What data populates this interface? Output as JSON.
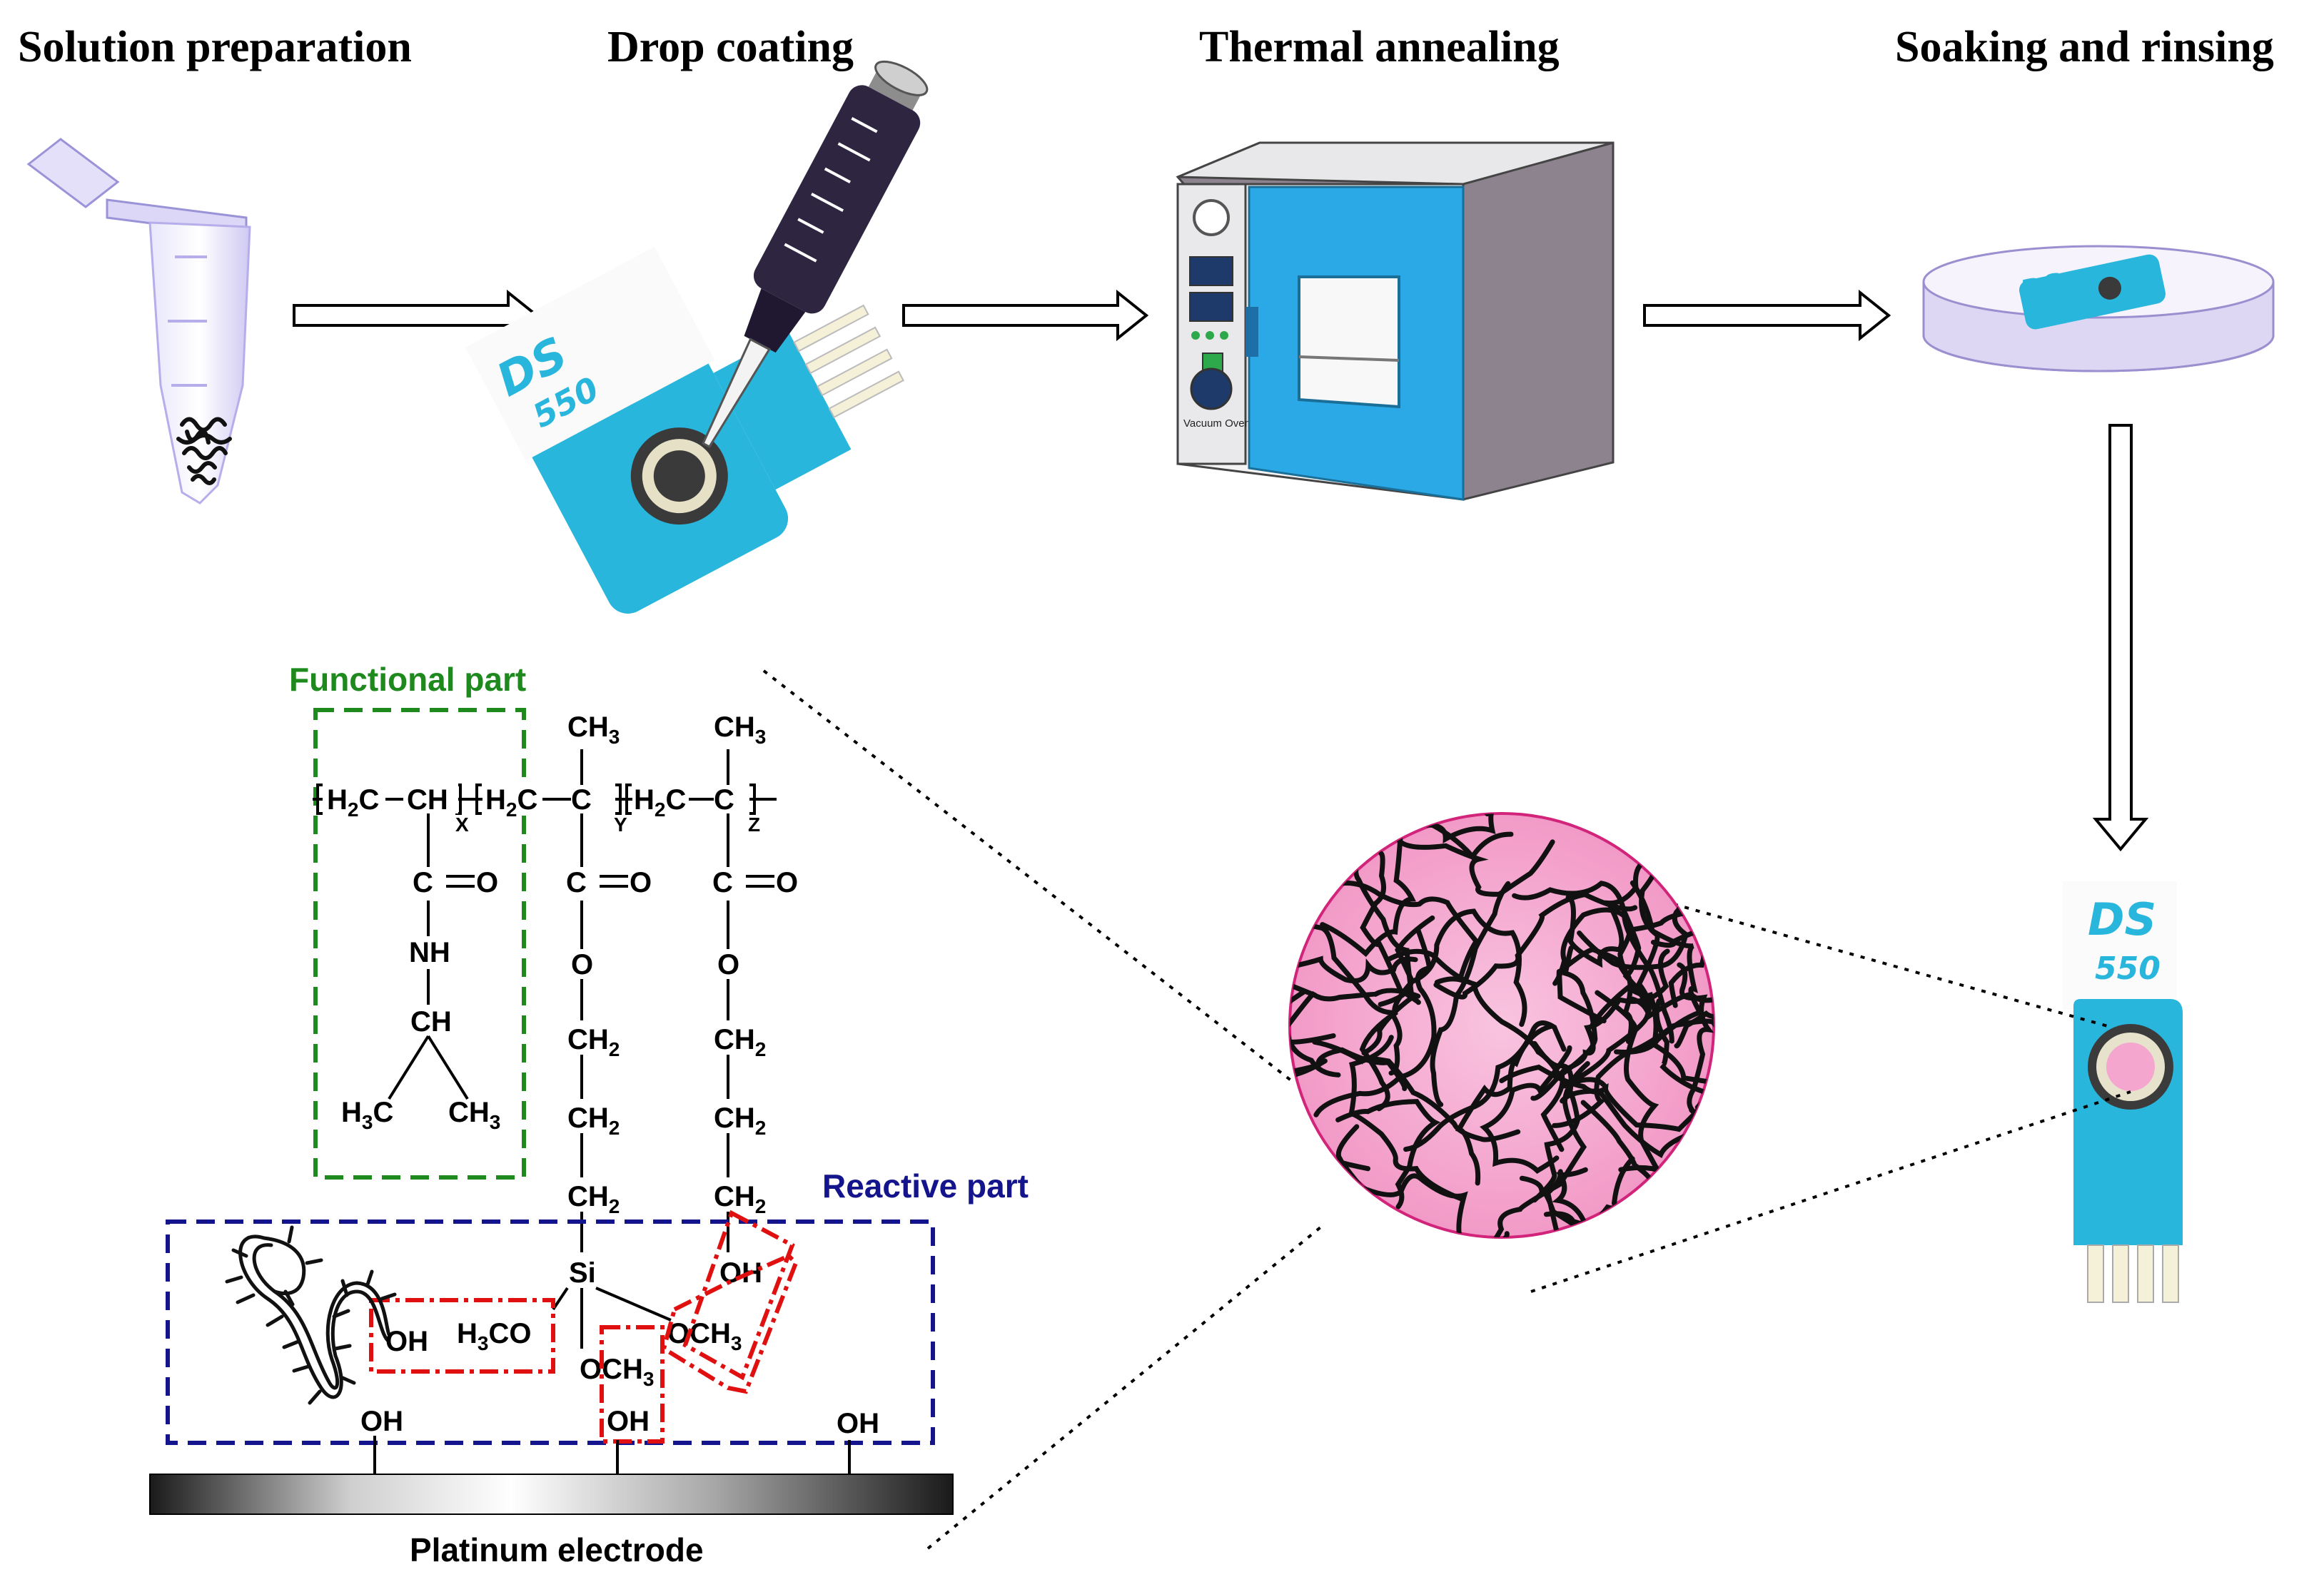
{
  "steps": [
    {
      "id": "solution",
      "title": "Solution preparation"
    },
    {
      "id": "drop",
      "title": "Drop coating"
    },
    {
      "id": "thermal",
      "title": "Thermal annealing"
    },
    {
      "id": "soak",
      "title": "Soaking and rinsing"
    }
  ],
  "device": {
    "brand": "DS",
    "model": "550"
  },
  "oven": {
    "label": "Vacuum Oven"
  },
  "labels": {
    "functional": "Functional part",
    "reactive": "Reactive part",
    "electrode": "Platinum electrode"
  },
  "colors": {
    "functional": "#1e8a1e",
    "reactive": "#14148c",
    "reactive_highlight": "#e01010",
    "device": "#29b6dc",
    "oven": "#2aa9e6",
    "membrane": "#f6a6cf"
  },
  "chemistry": {
    "ch": "CH",
    "h2c": "H2C",
    "c": "C",
    "ch3": "CH3",
    "h3c": "H3C",
    "co_o": "O",
    "o": "O",
    "nh": "NH",
    "ch2": "CH2",
    "si": "Si",
    "oh": "OH",
    "h3co": "H3CO",
    "och3": "OCH3",
    "sub_x": "X",
    "sub_y": "Y",
    "sub_z": "Z"
  }
}
